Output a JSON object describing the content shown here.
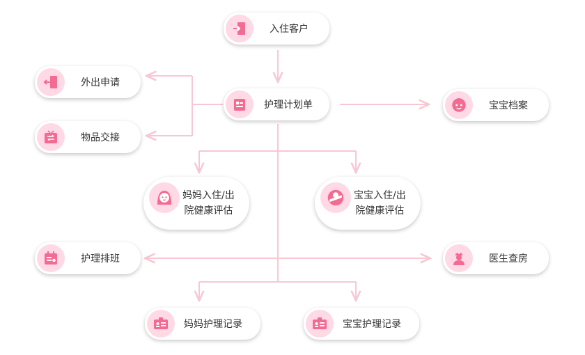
{
  "colors": {
    "line": "#f8c7d4",
    "accent": "#f36a93",
    "badge": "#ffd9e6",
    "text": "#333333"
  },
  "nodes": {
    "checkin": {
      "label": "入住客户",
      "icon": "door-enter-icon"
    },
    "care_plan": {
      "label": "护理计划单",
      "icon": "clipboard-icon"
    },
    "outing": {
      "label": "外出申请",
      "icon": "door-exit-icon"
    },
    "handover": {
      "label": "物品交接",
      "icon": "tv-exchange-icon"
    },
    "baby_file": {
      "label": "宝宝档案",
      "icon": "baby-face-icon"
    },
    "mom_health": {
      "line1": "妈妈入住/出",
      "line2": "院健康评估",
      "icon": "mother-face-icon"
    },
    "baby_health": {
      "line1": "宝宝入住/出",
      "line2": "院健康评估",
      "icon": "swaddled-baby-icon"
    },
    "shift": {
      "label": "护理排班",
      "icon": "calendar-icon"
    },
    "ward_round": {
      "label": "医生查房",
      "icon": "nurse-icon"
    },
    "mom_record": {
      "label": "妈妈护理记录",
      "icon": "id-card-icon"
    },
    "baby_record": {
      "label": "宝宝护理记录",
      "icon": "id-card-icon"
    }
  }
}
